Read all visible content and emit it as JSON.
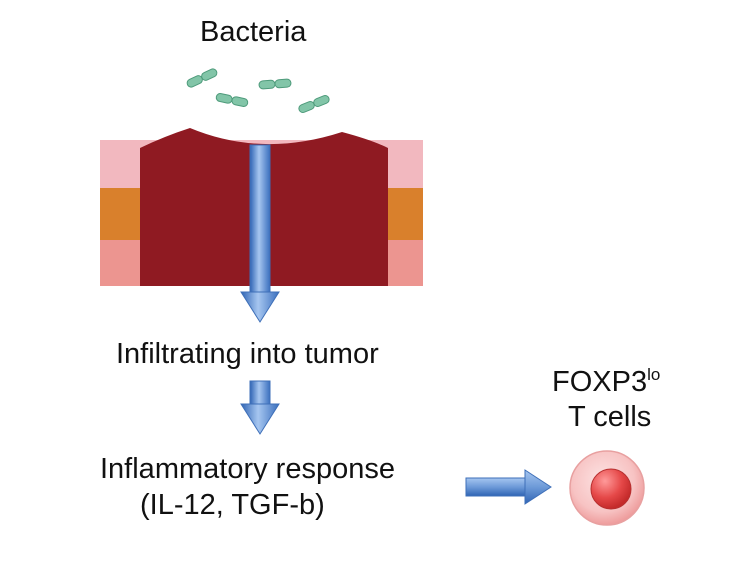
{
  "labels": {
    "bacteria": "Bacteria",
    "step_infiltrating": "Infiltrating into tumor",
    "step_inflammatory": "Inflammatory response",
    "step_cytokines": "(IL-12, TGF-b)",
    "cell_name": "FOXP3",
    "cell_superscript": "lo",
    "cell_type": "T cells"
  },
  "colors": {
    "tumor": "#8f1a22",
    "tissue_pink": "#f2b8bf",
    "tissue_orange": "#d9802c",
    "tissue_salmon": "#ec9590",
    "arrow_blue": "#4f86cf",
    "bacteria_green": "#7fc3a6",
    "cell_outer": "#f7c2c2",
    "cell_nucleus": "#e24848"
  }
}
